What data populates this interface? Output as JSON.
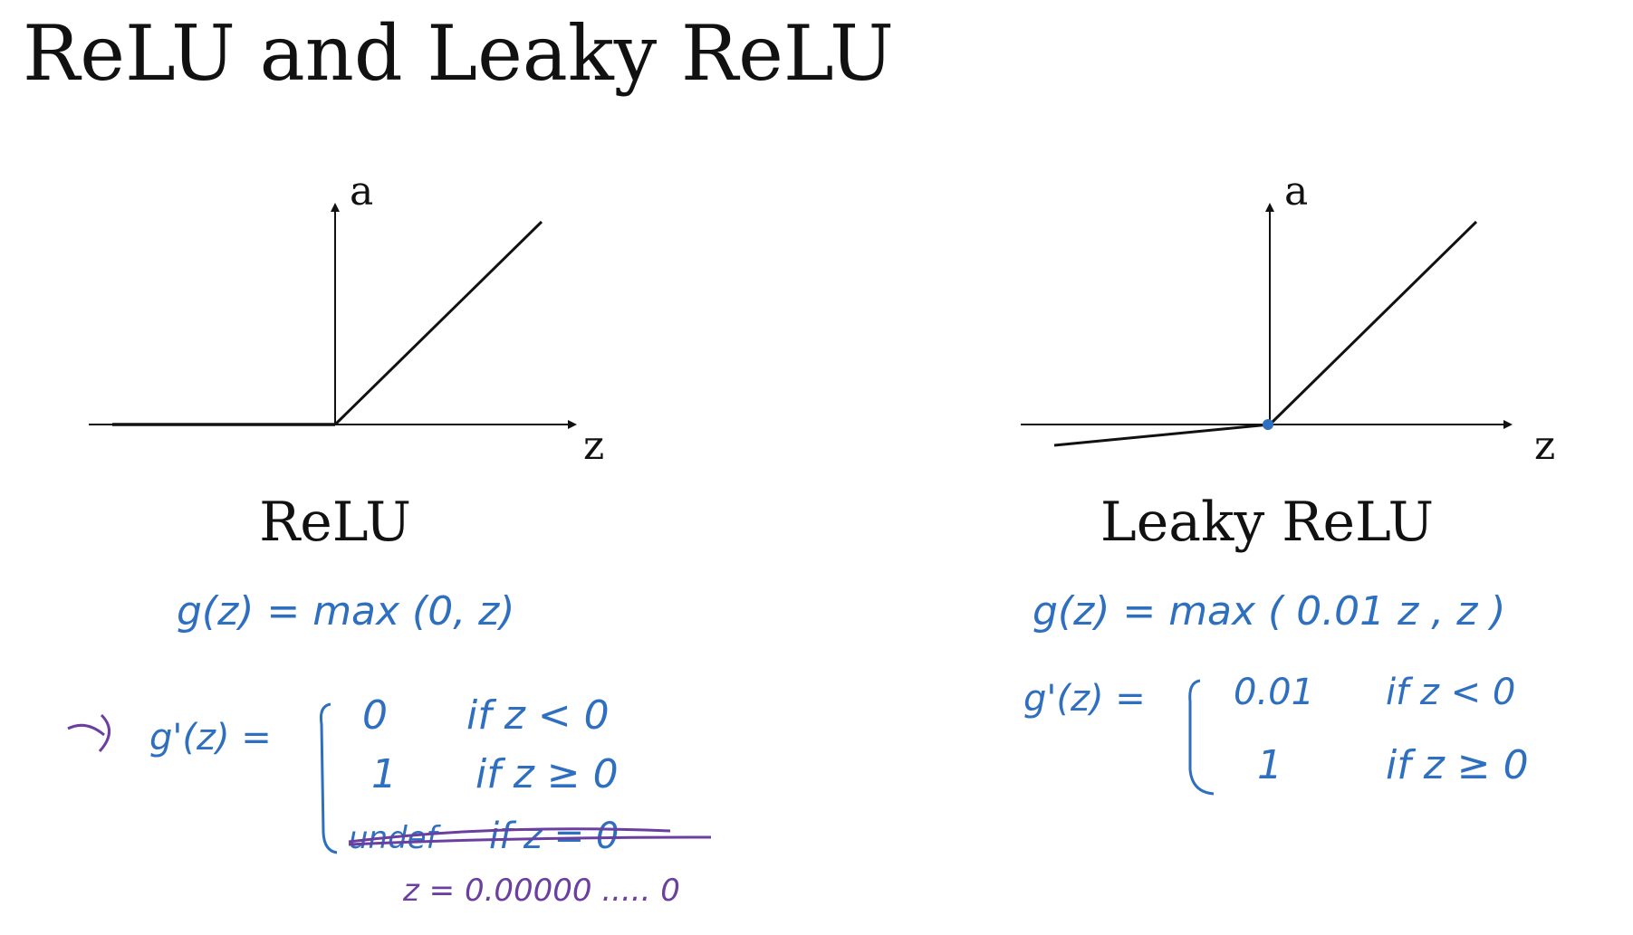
{
  "title": "ReLU and Leaky ReLU",
  "relu": {
    "y_axis_label": "a",
    "x_axis_label": "z",
    "name": "ReLU",
    "formula": "g(z) = max (0, z)",
    "derivative_label": "g'(z) =",
    "cases": [
      {
        "value": "0",
        "cond": "if  z < 0"
      },
      {
        "value": "1",
        "cond": "if  z ≥ 0"
      },
      {
        "value": "undef",
        "cond": "if  z = 0",
        "struck": true
      }
    ],
    "note": "z = 0.00000 ..... 0"
  },
  "leaky": {
    "y_axis_label": "a",
    "x_axis_label": "z",
    "name": "Leaky ReLU",
    "formula": "g(z) =  max ( 0.01 z ,  z )",
    "derivative_label": "g'(z) =",
    "cases": [
      {
        "value": "0.01",
        "cond": "if   z < 0"
      },
      {
        "value": "1",
        "cond": "if   z ≥ 0"
      }
    ],
    "leak_slope": 0.01
  },
  "colors": {
    "ink_blue": "#2f6fbf",
    "ink_purple": "#6b3fa0",
    "axis": "#111111"
  }
}
